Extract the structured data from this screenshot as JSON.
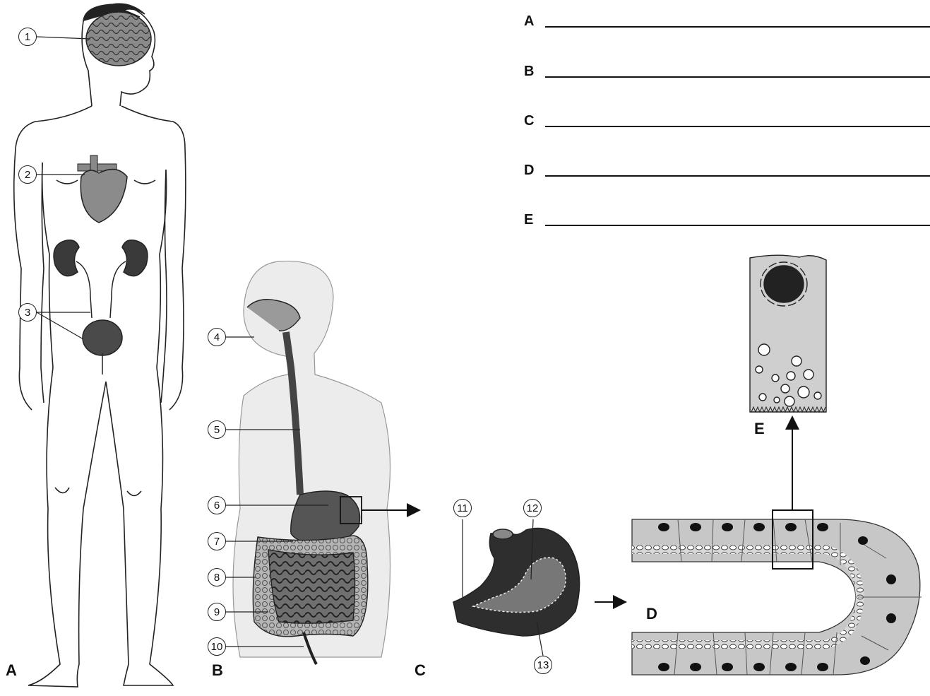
{
  "panels": {
    "a": "A",
    "b": "B",
    "c": "C",
    "d": "D",
    "e": "E"
  },
  "answer_lines": [
    "A",
    "B",
    "C",
    "D",
    "E"
  ],
  "callouts": [
    "1",
    "2",
    "3",
    "4",
    "5",
    "6",
    "7",
    "8",
    "9",
    "10",
    "11",
    "12",
    "13"
  ]
}
